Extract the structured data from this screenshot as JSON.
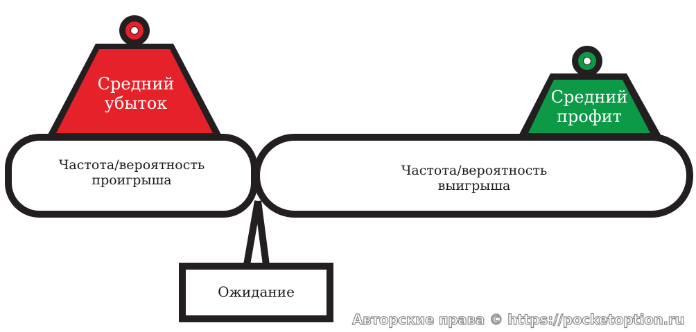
{
  "diagram": {
    "left_weight": {
      "line1": "Средний",
      "line2": "убыток",
      "color": "#e52129"
    },
    "right_weight": {
      "line1": "Средний",
      "line2": "профит",
      "color": "#0d9a46"
    },
    "left_pan": {
      "line1": "Частота/вероятность",
      "line2": "проигрыша"
    },
    "right_pan": {
      "line1": "Частота/вероятность",
      "line2": "выигрыша"
    },
    "base": {
      "label": "Ожидание"
    },
    "outline_color": "#231f20"
  },
  "watermark": "Авторские права © https://pocketoption.ru"
}
